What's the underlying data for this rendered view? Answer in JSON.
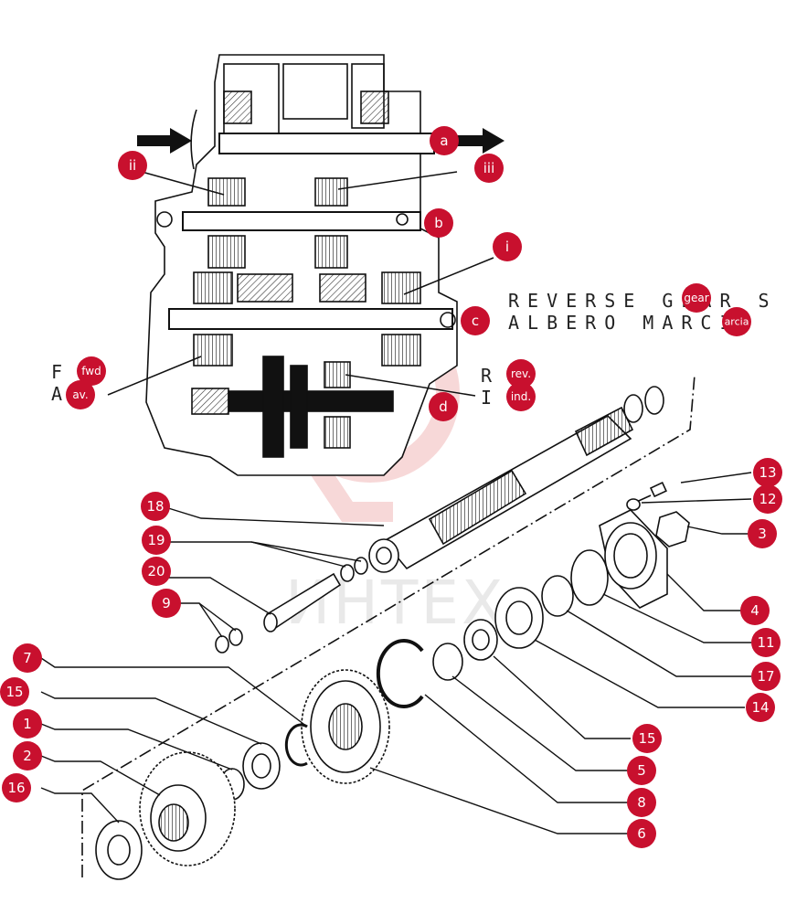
{
  "watermark": {
    "text": "ИНТЕХ",
    "color": "#f2c7c7"
  },
  "colors": {
    "callout": "#c8102e",
    "callout_text": "#ffffff",
    "line": "#111111"
  },
  "section_labels": {
    "reverse_gear_en": "REVERSE GEAR S",
    "reverse_gear_it": "ALBERO MARCIA",
    "fwd_en": "F W",
    "fwd_it": "A",
    "rev_en": "R I",
    "rev_it": "I"
  },
  "callouts": {
    "a": "a",
    "b": "b",
    "c": "c",
    "d": "d",
    "i": "i",
    "ii": "ii",
    "iii": "iii",
    "gear": "gear",
    "arcia": "arcia",
    "fwd": "fwd",
    "av": "av.",
    "rev": "rev.",
    "ind": "ind.",
    "n1": "1",
    "n2": "2",
    "n3": "3",
    "n4": "4",
    "n5": "5",
    "n6": "6",
    "n7": "7",
    "n8": "8",
    "n9": "9",
    "n11": "11",
    "n12": "12",
    "n13": "13",
    "n14": "14",
    "n15a": "15",
    "n15b": "15",
    "n16": "16",
    "n17": "17",
    "n18": "18",
    "n19": "19",
    "n20": "20"
  }
}
